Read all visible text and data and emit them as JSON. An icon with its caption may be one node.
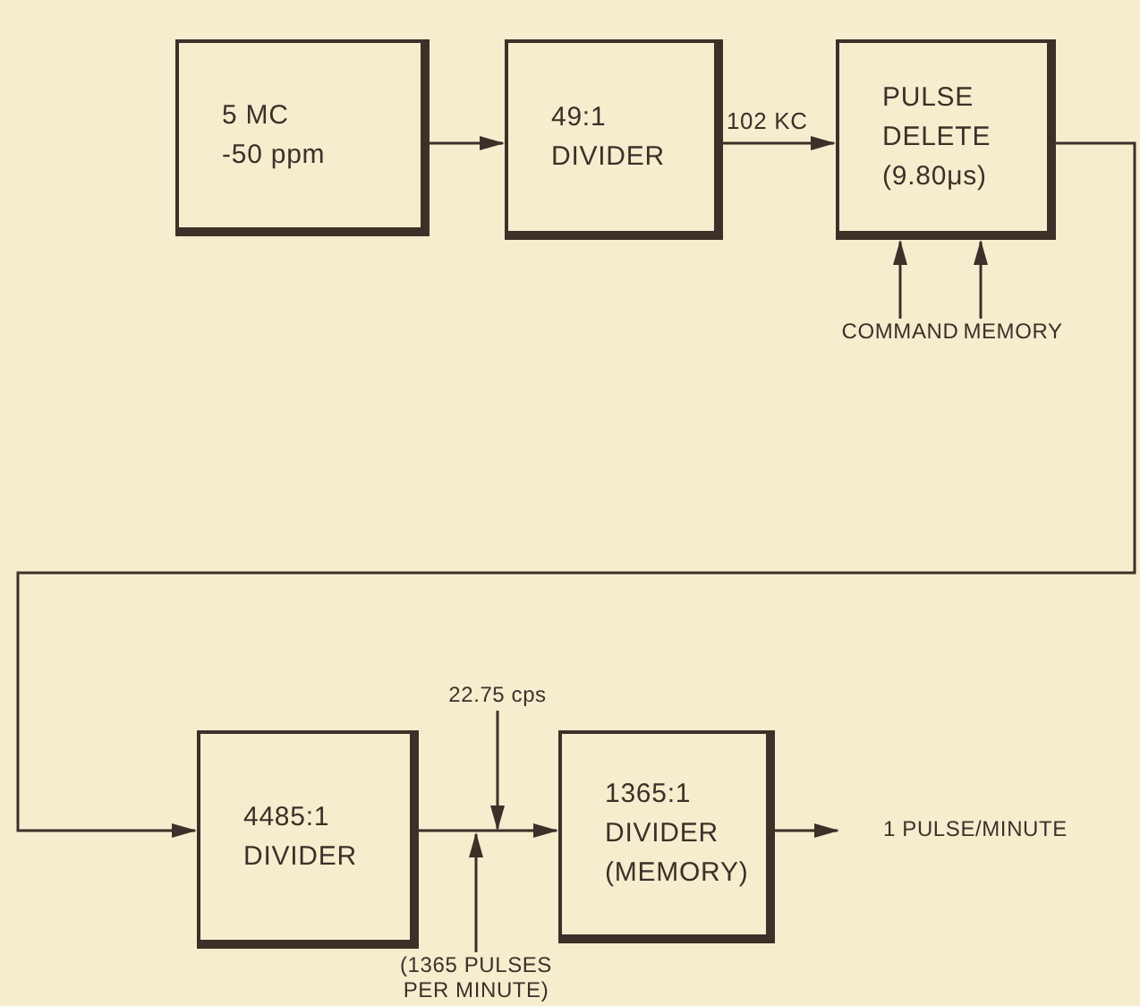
{
  "diagram": {
    "nodes": [
      {
        "text": [
          "5 MC -50 ppm"
        ]
      },
      {
        "text": [
          "49:1 DIVIDER"
        ]
      },
      {
        "text": [
          "PULSE DELETE (9.80μs)"
        ]
      },
      {
        "text": [
          "COMMAND"
        ]
      },
      {
        "text": [
          "MEMORY"
        ]
      },
      {
        "text": [
          "4485:1 DIVIDER"
        ]
      },
      {
        "text": [
          "1365:1 DIVIDER (MEMORY)"
        ]
      },
      {
        "text": [
          "1 PULSE/MINUTE"
        ]
      },
      {
        "text": [
          "22.75 cps"
        ]
      },
      {
        "text": [
          "(1365 PULSES PER MINUTE)"
        ]
      }
    ],
    "edges": [
      {
        "from": 0,
        "to": 1,
        "arrow": "to"
      },
      {
        "from": 1,
        "to": 2,
        "arrow": "to",
        "label": "102 KC"
      },
      {
        "from": 2,
        "to": 5,
        "arrow": "to"
      },
      {
        "from": 5,
        "to": 6,
        "arrow": "to"
      },
      {
        "from": 6,
        "to": 7,
        "arrow": "to"
      },
      {
        "from": 3,
        "to": 2,
        "arrow": "to"
      },
      {
        "from": 4,
        "to": 2,
        "arrow": "to"
      },
      {
        "from": 8,
        "to": null,
        "arrow": "to"
      },
      {
        "from": 9,
        "to": null,
        "arrow": "to"
      }
    ]
  }
}
